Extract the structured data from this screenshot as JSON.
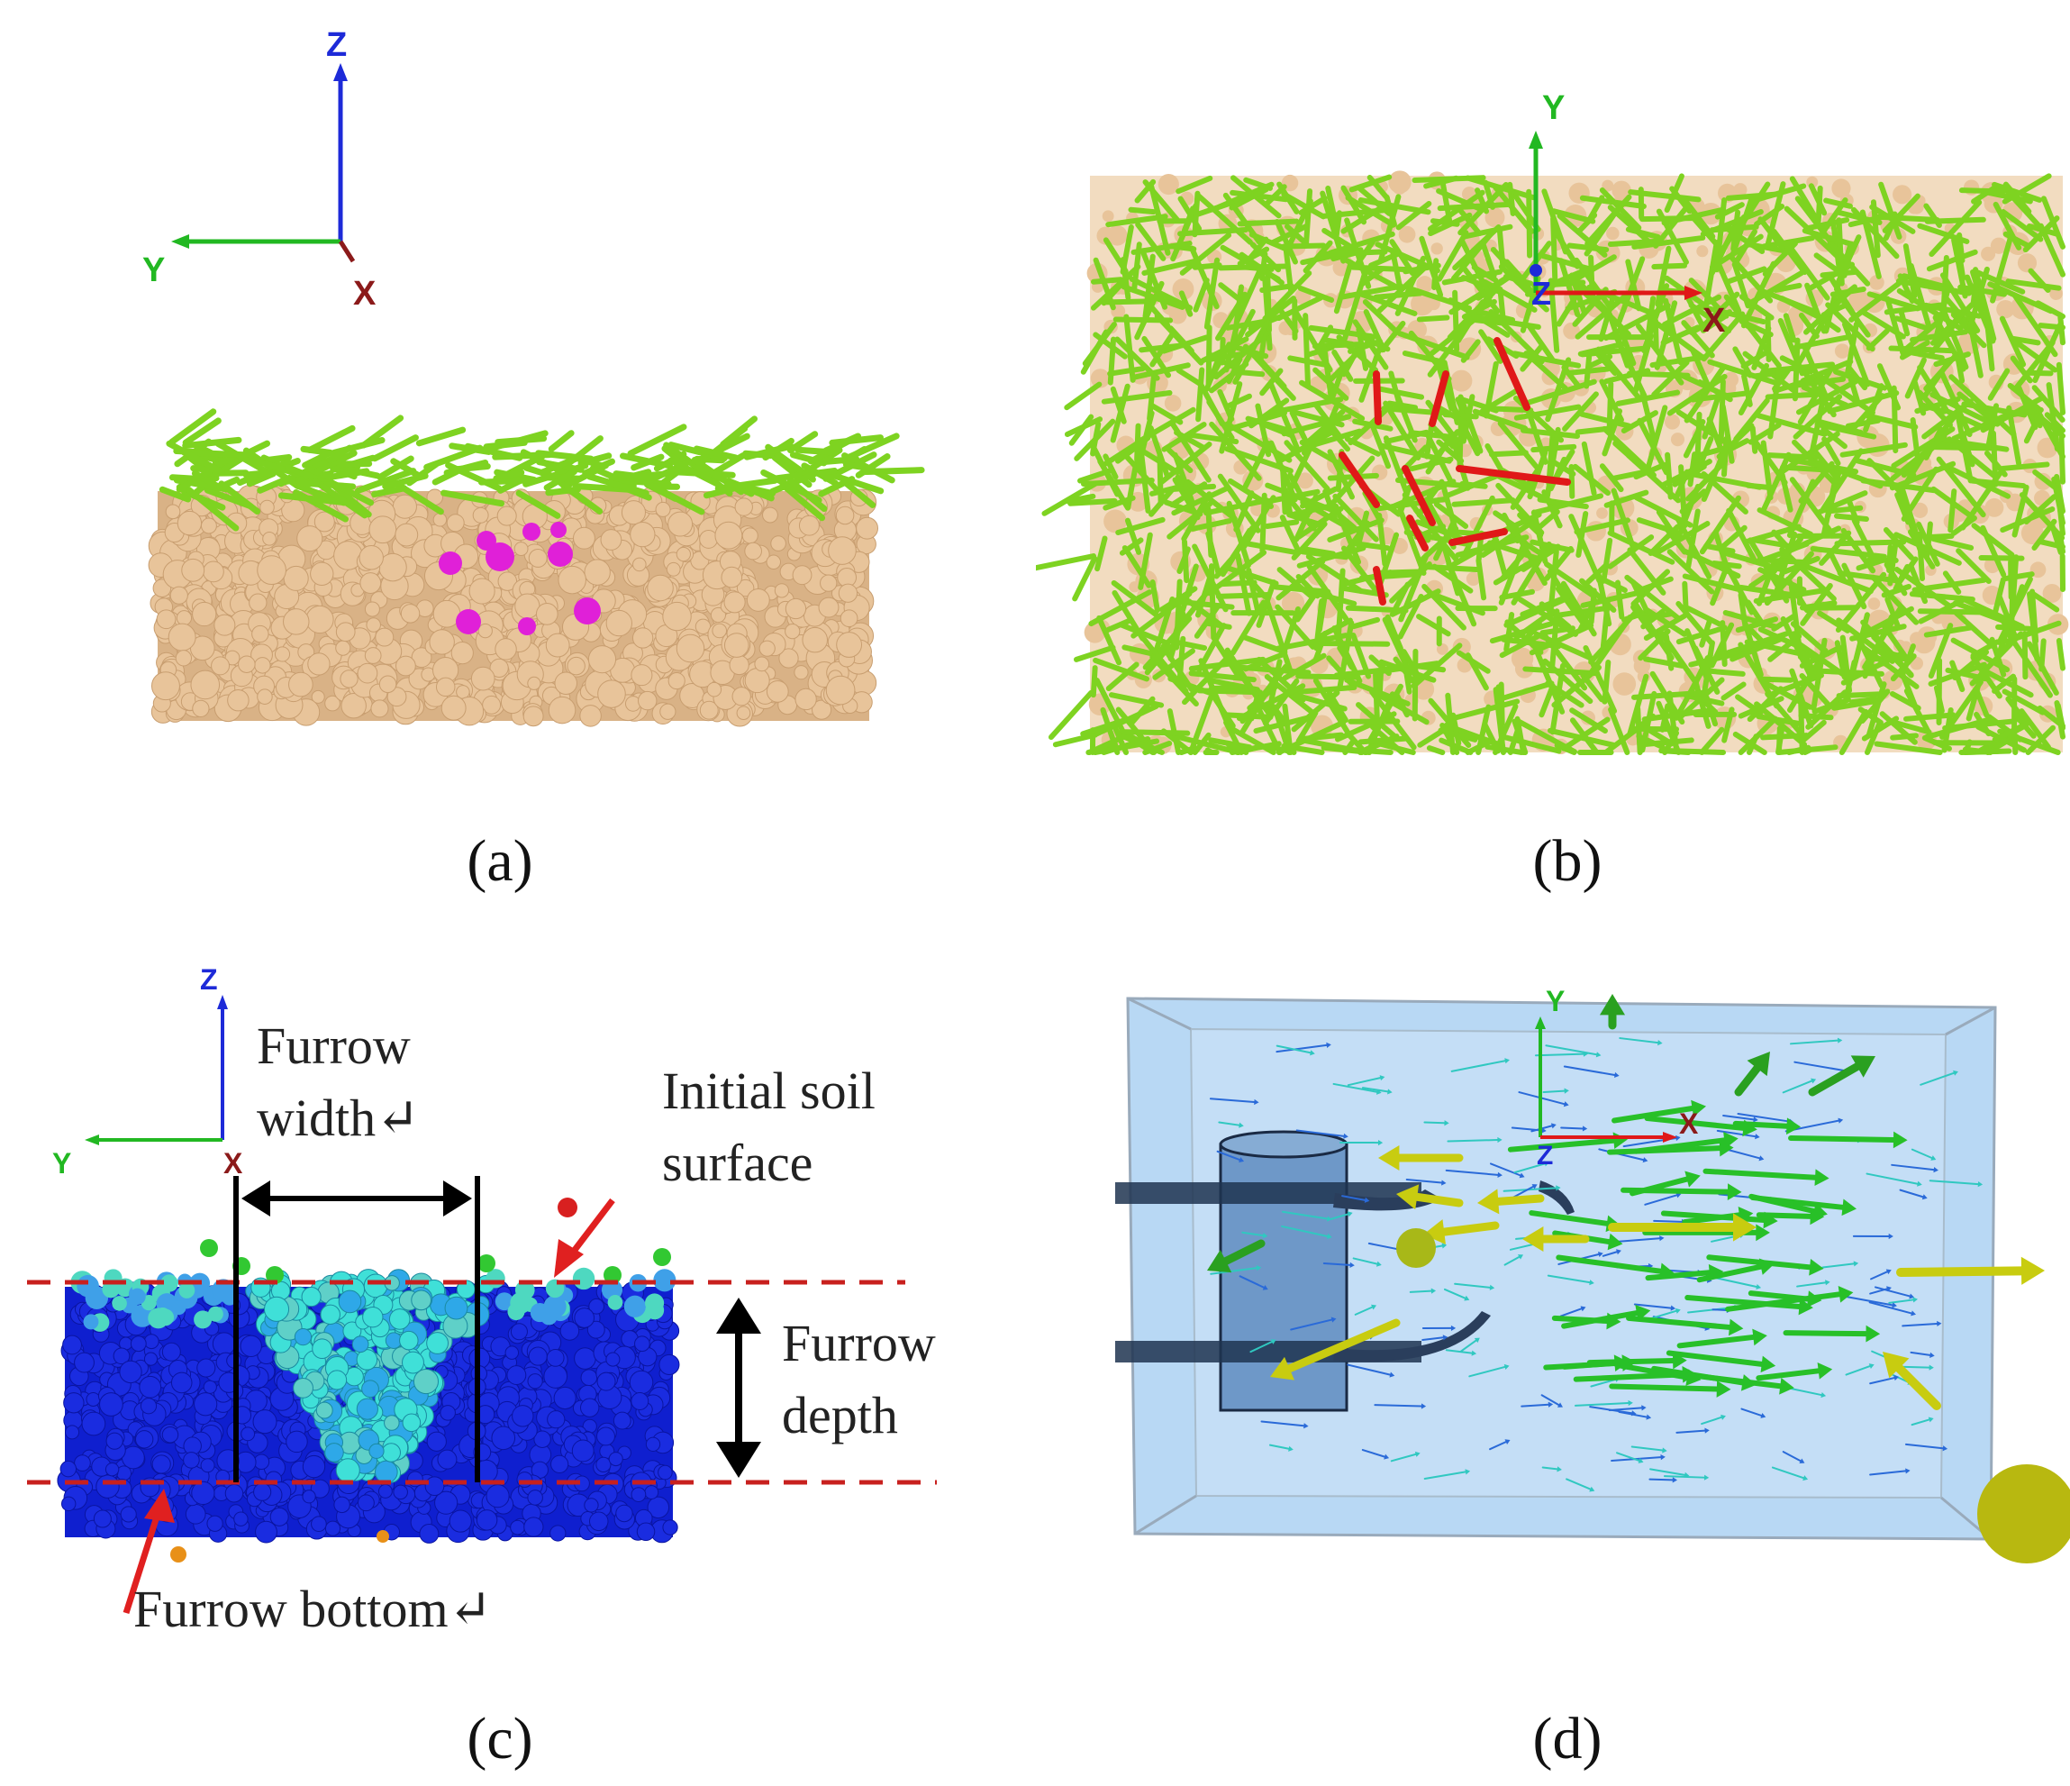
{
  "panels": {
    "a": {
      "caption": "(a)",
      "axes": {
        "z": "Z",
        "y": "Y",
        "x": "X"
      }
    },
    "b": {
      "caption": "(b)",
      "axes": {
        "y": "Y",
        "x": "X",
        "z": "Z"
      }
    },
    "c": {
      "caption": "(c)",
      "axes": {
        "z": "Z",
        "y": "Y",
        "x": "X"
      },
      "annotations": {
        "furrow_width_1": "Furrow",
        "furrow_width_2": "width↵",
        "initial_soil_1": "Initial soil",
        "initial_soil_2": "surface",
        "furrow_depth_1": "Furrow",
        "furrow_depth_2": "depth",
        "furrow_bottom": "Furrow bottom↵"
      }
    },
    "d": {
      "caption": "(d)",
      "axes": {
        "y": "Y",
        "x": "X",
        "z": "Z"
      }
    }
  },
  "colors": {
    "soil": "#e8c49a",
    "straw": "#7ed321",
    "seed": "#e020d8",
    "selected_straw": "#e01818",
    "axis_z": "#1d2ad8",
    "axis_y": "#22b822",
    "axis_x": "#8b1a1a",
    "soil_blue": "#1626d8",
    "soil_cyan": "#3fe0d8",
    "dash_red": "#c8201e",
    "arrow_red": "#e02020",
    "box_fill": "#b8d8f4",
    "arrow_yellow": "#c8cc10",
    "arrow_green": "#28c028"
  }
}
